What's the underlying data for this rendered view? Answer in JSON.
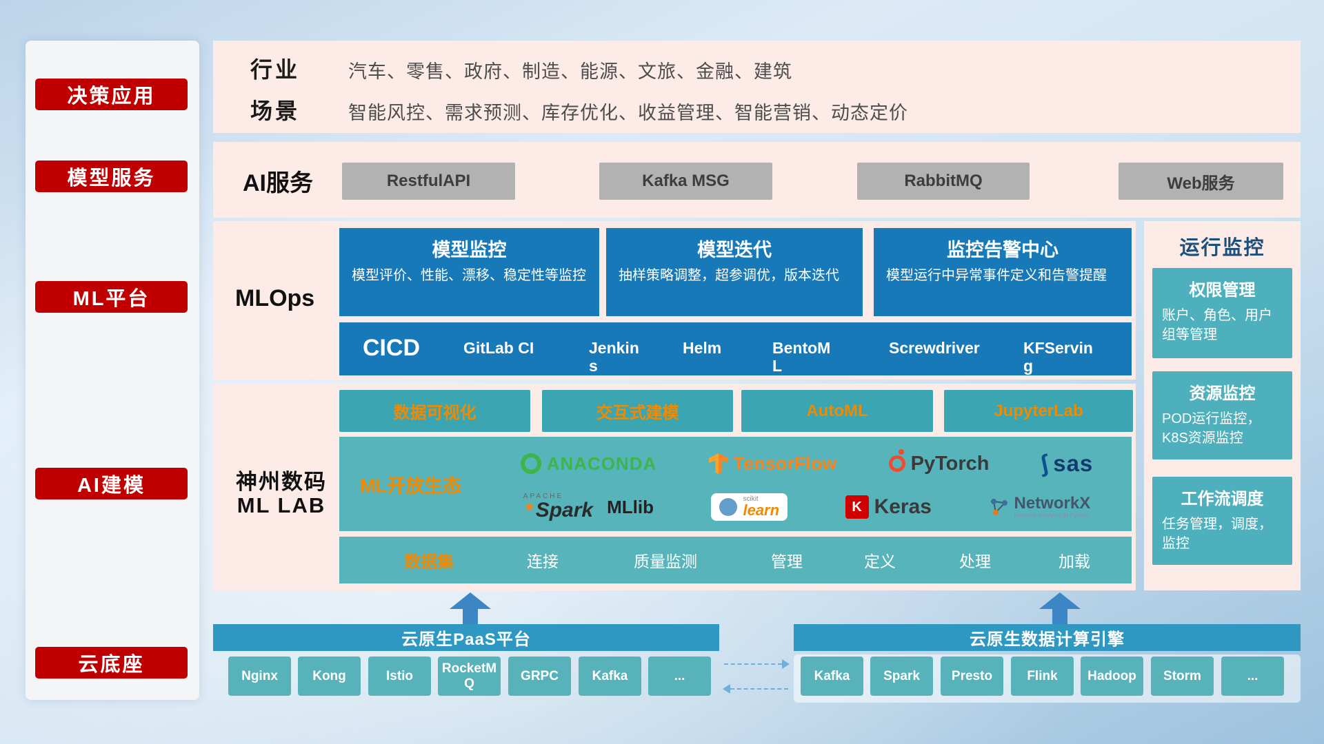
{
  "colors": {
    "red": "#c00000",
    "blue": "#1779b8",
    "teal": "#58b4bb",
    "orange": "#f08a00",
    "pink": "#fcebe7",
    "header_blue": "#2e97c2"
  },
  "sidebar": {
    "items": [
      {
        "label": "决策应用"
      },
      {
        "label": "模型服务"
      },
      {
        "label": "ML平台"
      },
      {
        "label": "AI建模"
      },
      {
        "label": "云底座"
      }
    ]
  },
  "industry": {
    "rows": [
      {
        "label": "行业",
        "text": "汽车、零售、政府、制造、能源、文旅、金融、建筑"
      },
      {
        "label": "场景",
        "text": "智能风控、需求预测、库存优化、收益管理、智能营销、动态定价"
      }
    ]
  },
  "ai_service": {
    "label": "AI服务",
    "buttons": [
      {
        "label": "RestfulAPI"
      },
      {
        "label": "Kafka MSG"
      },
      {
        "label": "RabbitMQ"
      },
      {
        "label": "Web服务"
      }
    ]
  },
  "mlops": {
    "label": "MLOps",
    "cards": [
      {
        "title": "模型监控",
        "desc": "模型评价、性能、漂移、稳定性等监控"
      },
      {
        "title": "模型迭代",
        "desc": "抽样策略调整，超参调优，版本迭代"
      },
      {
        "title": "监控告警中心",
        "desc": "模型运行中异常事件定义和告警提醒"
      }
    ],
    "cicd": {
      "label": "CICD",
      "items": [
        {
          "label": "GitLab CI"
        },
        {
          "label": "Jenkins"
        },
        {
          "label": "Helm"
        },
        {
          "label": "BentoML"
        },
        {
          "label": "Screwdriver"
        },
        {
          "label": "KFServing"
        }
      ]
    }
  },
  "mllab": {
    "label_line1": "神州数码",
    "label_line2": "ML LAB",
    "tools": [
      {
        "label": "数据可视化"
      },
      {
        "label": "交互式建模"
      },
      {
        "label": "AutoML"
      },
      {
        "label": "JupyterLab"
      }
    ],
    "ecosystem": {
      "label": "ML开放生态",
      "logos": [
        {
          "name": "anaconda",
          "label": "ANACONDA"
        },
        {
          "name": "tensorflow",
          "label": "TensorFlow"
        },
        {
          "name": "pytorch",
          "label": "PyTorch"
        },
        {
          "name": "sas",
          "label": "sas"
        },
        {
          "name": "apache-spark",
          "apache": "APACHE",
          "label": "Spark",
          "lib": "MLlib"
        },
        {
          "name": "scikit-learn",
          "top": "scikit",
          "label": "learn"
        },
        {
          "name": "keras",
          "k": "K",
          "label": "Keras"
        },
        {
          "name": "networkx",
          "label": "NetworkX",
          "sub": "Network Analysis in Python"
        }
      ]
    },
    "dataset": {
      "label": "数据集",
      "items": [
        {
          "label": "连接"
        },
        {
          "label": "质量监测"
        },
        {
          "label": "管理"
        },
        {
          "label": "定义"
        },
        {
          "label": "处理"
        },
        {
          "label": "加载"
        }
      ]
    }
  },
  "monitor": {
    "title": "运行监控",
    "cards": [
      {
        "title": "权限管理",
        "desc": "账户、角色、用户组等管理"
      },
      {
        "title": "资源监控",
        "desc": "POD运行监控，K8S资源监控"
      },
      {
        "title": "工作流调度",
        "desc": "任务管理，调度，监控"
      }
    ]
  },
  "cloud": {
    "paas": {
      "title": "云原生PaaS平台",
      "items": [
        {
          "label": "Nginx"
        },
        {
          "label": "Kong"
        },
        {
          "label": "Istio"
        },
        {
          "label": "RocketMQ"
        },
        {
          "label": "GRPC"
        },
        {
          "label": "Kafka"
        },
        {
          "label": "..."
        }
      ]
    },
    "engine": {
      "title": "云原生数据计算引擎",
      "items": [
        {
          "label": "Kafka"
        },
        {
          "label": "Spark"
        },
        {
          "label": "Presto"
        },
        {
          "label": "Flink"
        },
        {
          "label": "Hadoop"
        },
        {
          "label": "Storm"
        },
        {
          "label": "..."
        }
      ]
    }
  }
}
